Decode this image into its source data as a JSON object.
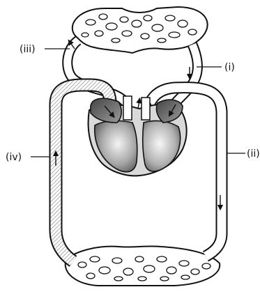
{
  "diagram": {
    "labels": {
      "i": "(i)",
      "ii": "(ii)",
      "iii": "(iii)",
      "iv": "(iv)"
    },
    "colors": {
      "outline": "#111111",
      "vessel_light": "#ffffff",
      "vessel_shaded": "#b9b9b9",
      "heart_dark": "#5c5c5c",
      "heart_light": "#f2f2f2"
    }
  }
}
